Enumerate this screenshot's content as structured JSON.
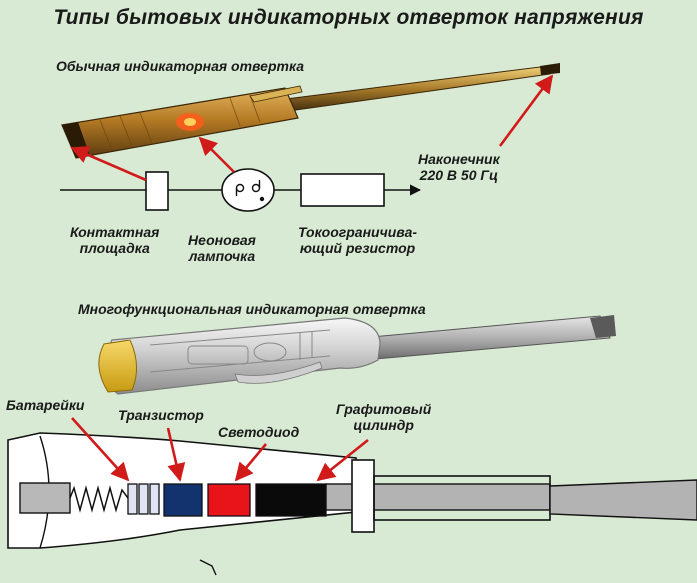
{
  "title": "Типы бытовых индикаторных отверток напряжения",
  "section1": {
    "heading": "Обычная индикаторная отвертка",
    "labels": {
      "tip_line1": "Наконечник",
      "tip_line2": "220 В 50 Гц",
      "contact_line1": "Контактная",
      "contact_line2": "площадка",
      "neon_line1": "Неоновая",
      "neon_line2": "лампочка",
      "resistor_line1": "Токоограничива-",
      "resistor_line2": "ющий резистор"
    }
  },
  "section2": {
    "heading": "Многофункциональная индикаторная отвертка",
    "labels": {
      "battery": "Батарейки",
      "transistor": "Транзистор",
      "led": "Светодиод",
      "graphite_line1": "Графитовый",
      "graphite_line2": "цилиндр"
    }
  },
  "colors": {
    "background": "#d8ead3",
    "arrow": "#d11a1a",
    "handle_amber": "#9a6a1c",
    "transistor_blue": "#12336e",
    "led_red": "#e8141a",
    "cylinder_black": "#0a0a0a"
  }
}
